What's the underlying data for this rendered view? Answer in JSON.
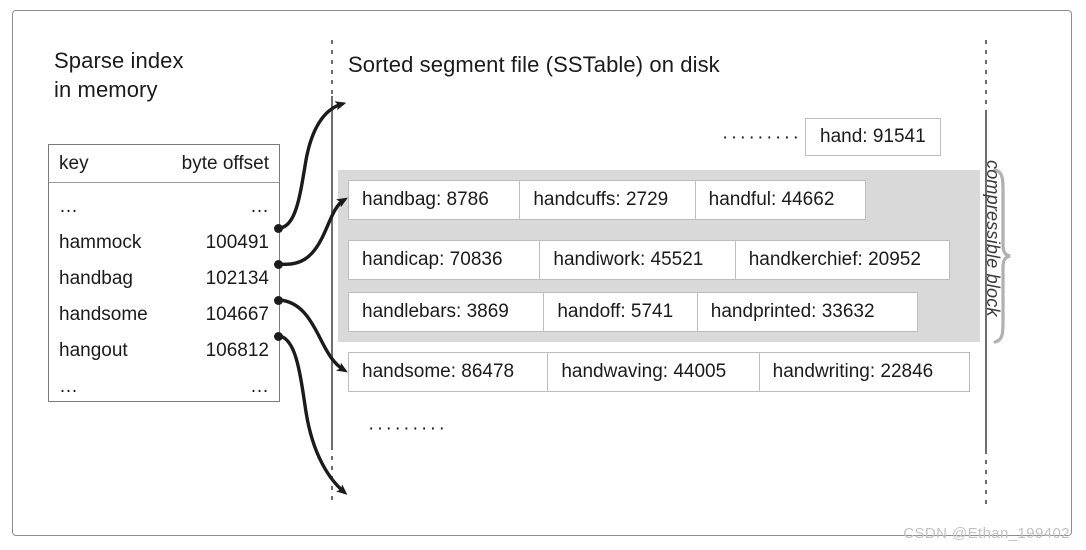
{
  "figure": {
    "left_title": "Sparse index\nin memory",
    "right_title": "Sorted segment file (SSTable) on disk",
    "compressible_label": "compressible block",
    "ellipsis": "·········",
    "watermark": "CSDN @Ethan_199402"
  },
  "index_table": {
    "headers": [
      "key",
      "byte offset"
    ],
    "rows": [
      {
        "key": "…",
        "offset": "…"
      },
      {
        "key": "hammock",
        "offset": "100491"
      },
      {
        "key": "handbag",
        "offset": "102134"
      },
      {
        "key": "handsome",
        "offset": "104667"
      },
      {
        "key": "hangout",
        "offset": "106812"
      },
      {
        "key": "…",
        "offset": "…"
      }
    ]
  },
  "sstable": {
    "top_entry": "hand: 91541",
    "top_dots": "·········",
    "bottom_dots": "·········",
    "compressible_rows": [
      [
        "handbag: 8786",
        "handcuffs: 2729",
        "handful: 44662"
      ],
      [
        "handicap: 70836",
        "handiwork: 45521",
        "handkerchief: 20952"
      ],
      [
        "handlebars: 3869",
        "handoff: 5741",
        "handprinted: 33632"
      ]
    ],
    "trailing_row": [
      "handsome: 86478",
      "handwaving: 44005",
      "handwriting: 22846"
    ]
  },
  "colors": {
    "frame": "#8d8d8d",
    "table_border": "#7a7a7a",
    "cell_border": "#bdbdbd",
    "gray_band": "#d9d9d9",
    "text": "#1b1b1b",
    "guide": "#6e6e6e",
    "brace": "#b0b0b0",
    "watermark": "#c2c2c2"
  }
}
